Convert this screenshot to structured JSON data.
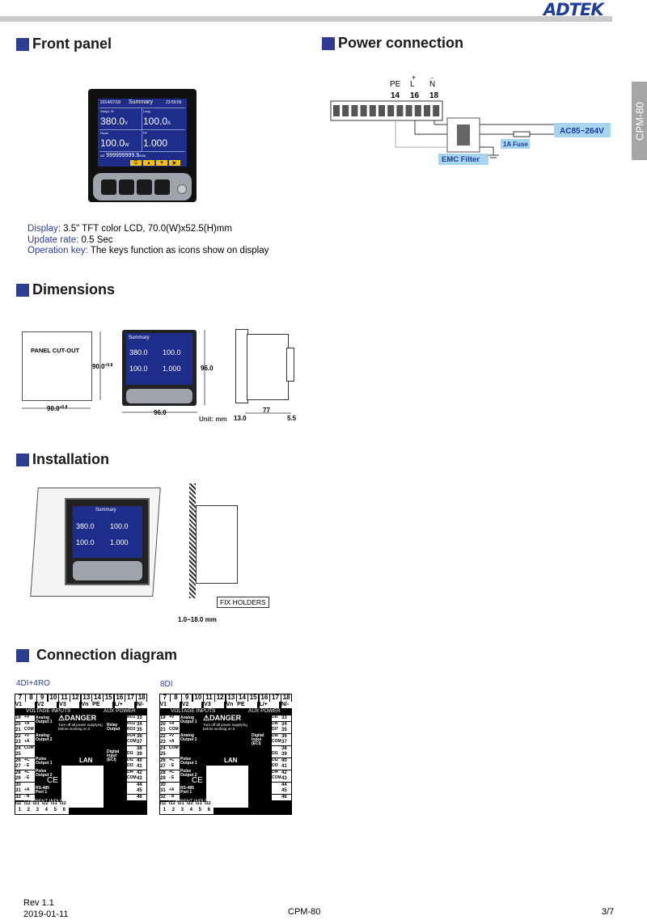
{
  "brand": "ADTEK",
  "side_tab": "CPM-80",
  "sections": {
    "front_panel": "Front panel",
    "power_connection": "Power connection",
    "dimensions": "Dimensions",
    "installation": "Installation",
    "connection_diagram": "Connection diagram"
  },
  "device_screen": {
    "date": "2014/07/18",
    "title": "Summary",
    "time": "23:59:59",
    "volt_label": "Vavg L-N",
    "volt": "380.0",
    "volt_unit": "V",
    "amp_label": "I avg",
    "amp": "100.0",
    "amp_unit": "A",
    "power_label": "Psum",
    "power": "100.0",
    "power_unit": "W",
    "pf_label": "PF",
    "pf": "1.000",
    "energy_label": "AE",
    "energy": "999999999.9",
    "energy_unit": "kWh",
    "keys": [
      "☰",
      "▲",
      "▼",
      "▶"
    ]
  },
  "specs": [
    {
      "key": "Display",
      "value": "3.5\" TFT color LCD, 70.0(W)x52.5(H)mm"
    },
    {
      "key": "Update rate",
      "value": "0.5 Sec"
    },
    {
      "key": "Operation key",
      "value": "The keys function as icons show on display"
    }
  ],
  "power": {
    "terminals": [
      {
        "name": "PE",
        "sign": "",
        "num": "14"
      },
      {
        "name": "L",
        "sign": "+",
        "num": "16"
      },
      {
        "name": "N",
        "sign": "-",
        "num": "18"
      }
    ],
    "supply": "AC85~264V",
    "fuse": "1A Fuse",
    "filter": "EMC Filter"
  },
  "dimensions": {
    "cutout_label": "PANEL CUT-OUT",
    "cutout_h": "90.0",
    "cutout_h_tol": "+0.8",
    "cutout_w": "90.0",
    "cutout_w_tol": "+0.8",
    "front_h": "96.0",
    "front_w": "96.0",
    "unit": "Unit: mm",
    "depth_front": "13.0",
    "depth_body": "77",
    "depth_rear": "5.5"
  },
  "installation": {
    "holders": "FIX HOLDERS",
    "thickness": "1.0~18.0 mm"
  },
  "connection": {
    "left_title": "4DI+4RO",
    "right_title": "8DI",
    "top_nums": [
      "7",
      "8",
      "9",
      "10",
      "11",
      "12",
      "13",
      "14",
      "15",
      "16",
      "17",
      "18"
    ],
    "top_labels": [
      "V1",
      "V2",
      "V3",
      "Vn",
      "PE",
      "L/+",
      "N/-"
    ],
    "voltage_inputs": "VOLTAGE INPUTS",
    "aux_power": "AUX POWER",
    "left_rows": [
      {
        "num": "19",
        "sig": "+V"
      },
      {
        "num": "20",
        "sig": "+A"
      },
      {
        "num": "21",
        "sig": "COM"
      },
      {
        "num": "22",
        "sig": "+V"
      },
      {
        "num": "23",
        "sig": "+A"
      },
      {
        "num": "24",
        "sig": "COM"
      },
      {
        "num": "25",
        "sig": ""
      },
      {
        "num": "26",
        "sig": "+C"
      },
      {
        "num": "27",
        "sig": "- E"
      },
      {
        "num": "28",
        "sig": "+C"
      },
      {
        "num": "29",
        "sig": "- E"
      },
      {
        "num": "30",
        "sig": ""
      },
      {
        "num": "31",
        "sig": "+A"
      },
      {
        "num": "32",
        "sig": "- B"
      }
    ],
    "analog1": "Analog Output 1",
    "analog2": "Analog Output 2",
    "pulse1": "Pulse Output 1",
    "pulse2": "Pulse Output 2",
    "rs485": "RS-485 Port 1",
    "danger": "⚠DANGER",
    "danger_text": "Turn off all power supplying before working on it",
    "relay": "Relay Output",
    "digital": "Digital Input (ECI)",
    "lan": "LAN",
    "ce": "CE",
    "right_rows_4ro": [
      {
        "sig": "RO1",
        "num": "33"
      },
      {
        "sig": "RO2",
        "num": "34"
      },
      {
        "sig": "RO3",
        "num": "35"
      },
      {
        "sig": "RO4",
        "num": "36"
      },
      {
        "sig": "COM",
        "num": "37"
      },
      {
        "sig": "",
        "num": "38"
      },
      {
        "sig": "DI1",
        "num": "39"
      },
      {
        "sig": "DI2",
        "num": "40"
      },
      {
        "sig": "DI3",
        "num": "41"
      },
      {
        "sig": "DI4",
        "num": "42"
      },
      {
        "sig": "COM",
        "num": "43"
      },
      {
        "sig": "",
        "num": "44"
      },
      {
        "sig": "",
        "num": "45"
      },
      {
        "sig": "",
        "num": "46"
      }
    ],
    "right_rows_8di": [
      {
        "sig": "DI5",
        "num": "33"
      },
      {
        "sig": "DI6",
        "num": "34"
      },
      {
        "sig": "DI7",
        "num": "35"
      },
      {
        "sig": "DI8",
        "num": "36"
      },
      {
        "sig": "COM",
        "num": "37"
      },
      {
        "sig": "",
        "num": "38"
      },
      {
        "sig": "DI1",
        "num": "39"
      },
      {
        "sig": "DI2",
        "num": "40"
      },
      {
        "sig": "DI3",
        "num": "41"
      },
      {
        "sig": "DI4",
        "num": "42"
      },
      {
        "sig": "COM",
        "num": "43"
      },
      {
        "sig": "",
        "num": "44"
      },
      {
        "sig": "",
        "num": "45"
      },
      {
        "sig": "",
        "num": "46"
      }
    ],
    "current_inputs": "CURRENT INPUTS",
    "bottom_labels": [
      "I11",
      "I12",
      "I21",
      "I22",
      "I31",
      "I32"
    ],
    "bottom_nums": [
      "1",
      "2",
      "3",
      "4",
      "5",
      "6"
    ]
  },
  "footer": {
    "rev": "Rev 1.1",
    "date": "2019-01-11",
    "model": "CPM-80",
    "page": "3/7"
  }
}
